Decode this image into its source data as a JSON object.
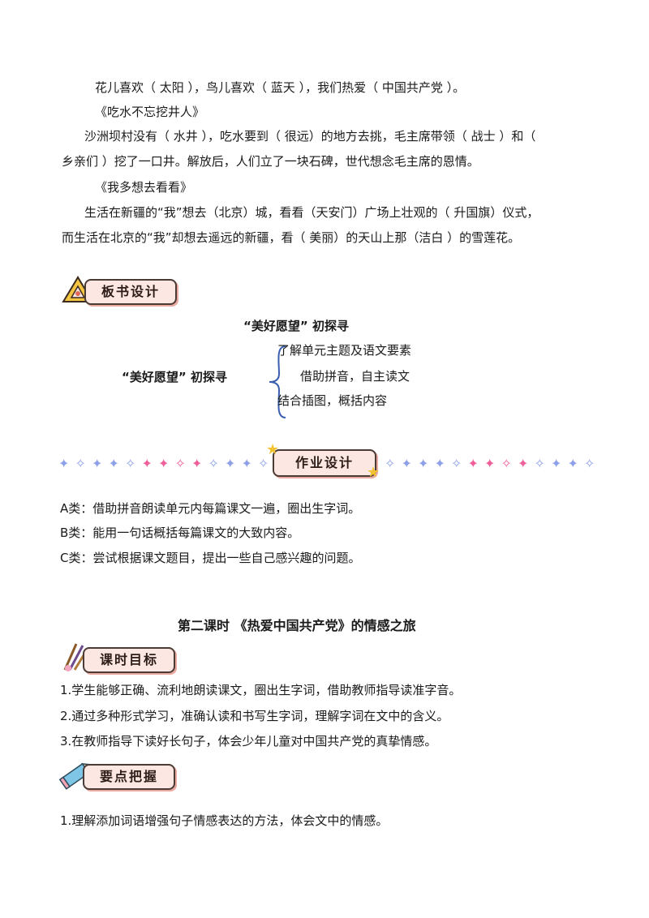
{
  "top_section": {
    "line1": "花儿喜欢（  太阳  ），鸟儿喜欢（  蓝天  ），我们热爱（    中国共产党  ）。",
    "title2": "《吃水不忘挖井人》",
    "p2_line1": "沙洲坝村没有（  水井  ），吃水要到（  很远）的地方去挑，毛主席带领（  战士  ）和（",
    "p2_line2": "乡亲们  ）挖了一口井。解放后，人们立了一块石碑，世代想念毛主席的恩情。",
    "title3": "《我多想去看看》",
    "p3_line1": "生活在新疆的“我”想去（北京）城，看看（天安门）广场上壮观的（  升国旗）仪式，",
    "p3_line2": "而生活在北京的“我”却想去遥远的新疆，看（  美丽）的天山上那（洁白  ）的雪莲花。"
  },
  "board_design": {
    "badge_label": "板书设计",
    "heading": "“美好愿望”  初探寻",
    "left_label": "“美好愿望”  初探寻",
    "items": [
      "了解单元主题及语文要素",
      "借助拼音，自主读文",
      "结合插图，概括内容"
    ]
  },
  "homework": {
    "badge_label": "作业设计",
    "items": [
      "A类：借助拼音朗读单元内每篇课文一遍，圈出生字词。",
      "B类：能用一句话概括每篇课文的大致内容。",
      "C类：尝试根据课文题目，提出一些自己感兴趣的问题。"
    ]
  },
  "lesson2": {
    "title": "第二课时    《热爱中国共产党》的情感之旅",
    "goals_badge": "课时目标",
    "goals": [
      "1.学生能够正确、流利地朗读课文，圈出生字词，借助教师指导读准字音。",
      "2.通过多种形式学习，准确认读和书写生字词，理解字词在文中的含义。",
      "3.在教师指导下读好长句子，体会少年儿童对中国共产党的真挚情感。"
    ],
    "keypoints_badge": "要点把握",
    "keypoints": [
      "1.理解添加词语增强句子情感表达的方法，体会文中的情感。"
    ]
  },
  "colors": {
    "badge_fill": "#fde7e2",
    "badge_border": "#4a3b36",
    "sparkle_blue": "#8ea1e8",
    "sparkle_pink": "#ef5f9a",
    "brace": "#3b5fb0"
  }
}
